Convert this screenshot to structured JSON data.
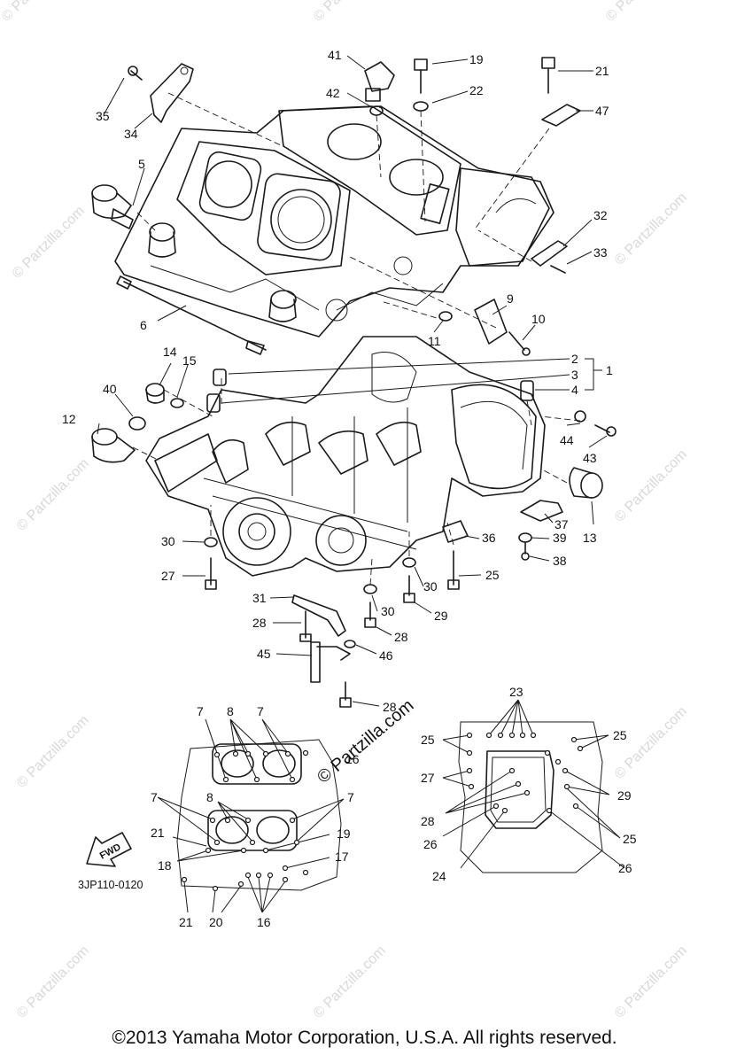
{
  "diagram_code": "3JP110-0120",
  "direction_label": "FWD",
  "watermark_text": "© Partzilla.com",
  "center_watermark_text": "© Partzilla.com",
  "copyright": "©2013 Yamaha Motor Corporation, U.S.A. All rights reserved.",
  "callouts": [
    "1",
    "2",
    "3",
    "4",
    "5",
    "6",
    "7",
    "8",
    "9",
    "10",
    "11",
    "12",
    "13",
    "14",
    "15",
    "16",
    "17",
    "18",
    "19",
    "20",
    "21",
    "22",
    "23",
    "24",
    "25",
    "26",
    "27",
    "28",
    "29",
    "30",
    "31",
    "32",
    "33",
    "34",
    "35",
    "36",
    "37",
    "38",
    "39",
    "40",
    "41",
    "42",
    "43",
    "44",
    "45",
    "46",
    "47"
  ],
  "diagram_a_labels": [
    "7",
    "8",
    "7",
    "16",
    "7",
    "8",
    "7",
    "21",
    "19",
    "18",
    "17",
    "21",
    "20",
    "16"
  ],
  "diagram_b_labels": [
    "23",
    "25",
    "25",
    "27",
    "29",
    "28",
    "26",
    "25",
    "24",
    "26"
  ]
}
